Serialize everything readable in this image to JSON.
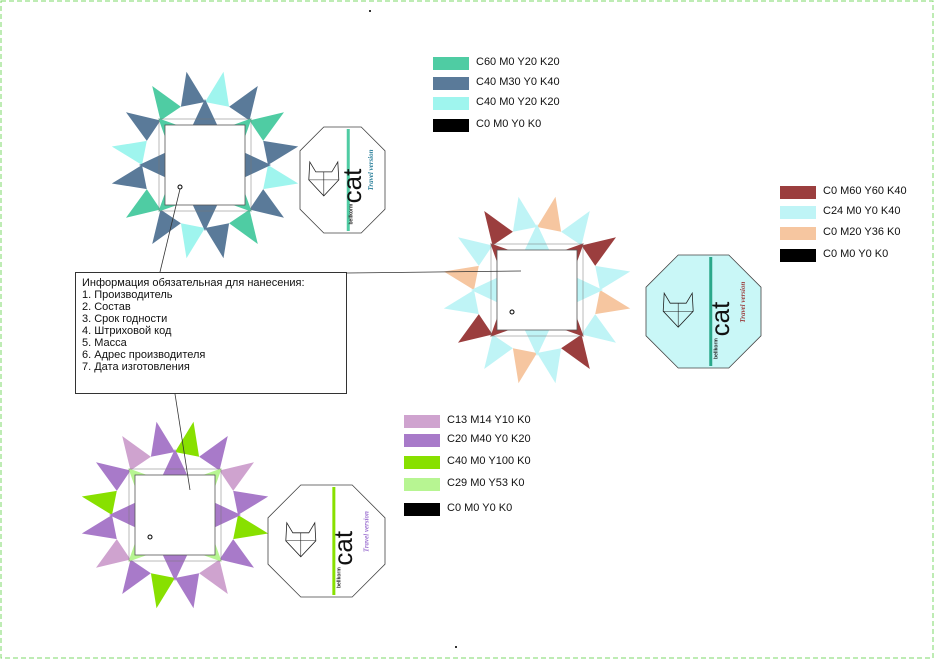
{
  "info": {
    "title": "Информация обязательная для нанесения:",
    "items": [
      "1. Производитель",
      "2. Состав",
      "3. Срок годности",
      "4. Штриховой код",
      "5. Масса",
      "6. Адрес производителя",
      "7. Дата изготовления"
    ]
  },
  "label": {
    "brand": "cat",
    "subtitle": "Travel version",
    "maker": "bellkorm"
  },
  "boxes": [
    {
      "legend": [
        {
          "label": "C60 M0 Y20 K20",
          "color": "#4fcca3"
        },
        {
          "label": "C40 M30 Y0 K40",
          "color": "#5a7a99"
        },
        {
          "label": "C40 M0 Y20 K20",
          "color": "#9ff5ee"
        },
        {
          "label": "C0 M0 Y0 K0",
          "color": "#000000"
        }
      ],
      "stripe": "#4fcca3",
      "subtitle_color": "#2a7f9a",
      "label_fill": "#ffffff"
    },
    {
      "legend": [
        {
          "label": "C0 M60 Y60 K40",
          "color": "#9b3e3e"
        },
        {
          "label": "C24 M0 Y0 K40",
          "color": "#bff4f6"
        },
        {
          "label": "C0 M20 Y36 K0",
          "color": "#f6c6a0"
        },
        {
          "label": "C0 M0 Y0 K0",
          "color": "#000000"
        }
      ],
      "stripe": "#2aa88a",
      "subtitle_color": "#9b3e3e",
      "label_fill": "#c9f7f7"
    },
    {
      "legend": [
        {
          "label": "C13 M14 Y10 K0",
          "color": "#cfa3cf"
        },
        {
          "label": "C20 M40 Y0 K20",
          "color": "#a87ac9"
        },
        {
          "label": "C40 M0 Y100 K0",
          "color": "#88e000"
        },
        {
          "label": "C29 M0 Y53 K0",
          "color": "#b7f592"
        },
        {
          "label": "C0 M0 Y0 K0",
          "color": "#000000"
        }
      ],
      "stripe": "#88e000",
      "subtitle_color": "#9b6fd0",
      "label_fill": "#ffffff"
    }
  ]
}
